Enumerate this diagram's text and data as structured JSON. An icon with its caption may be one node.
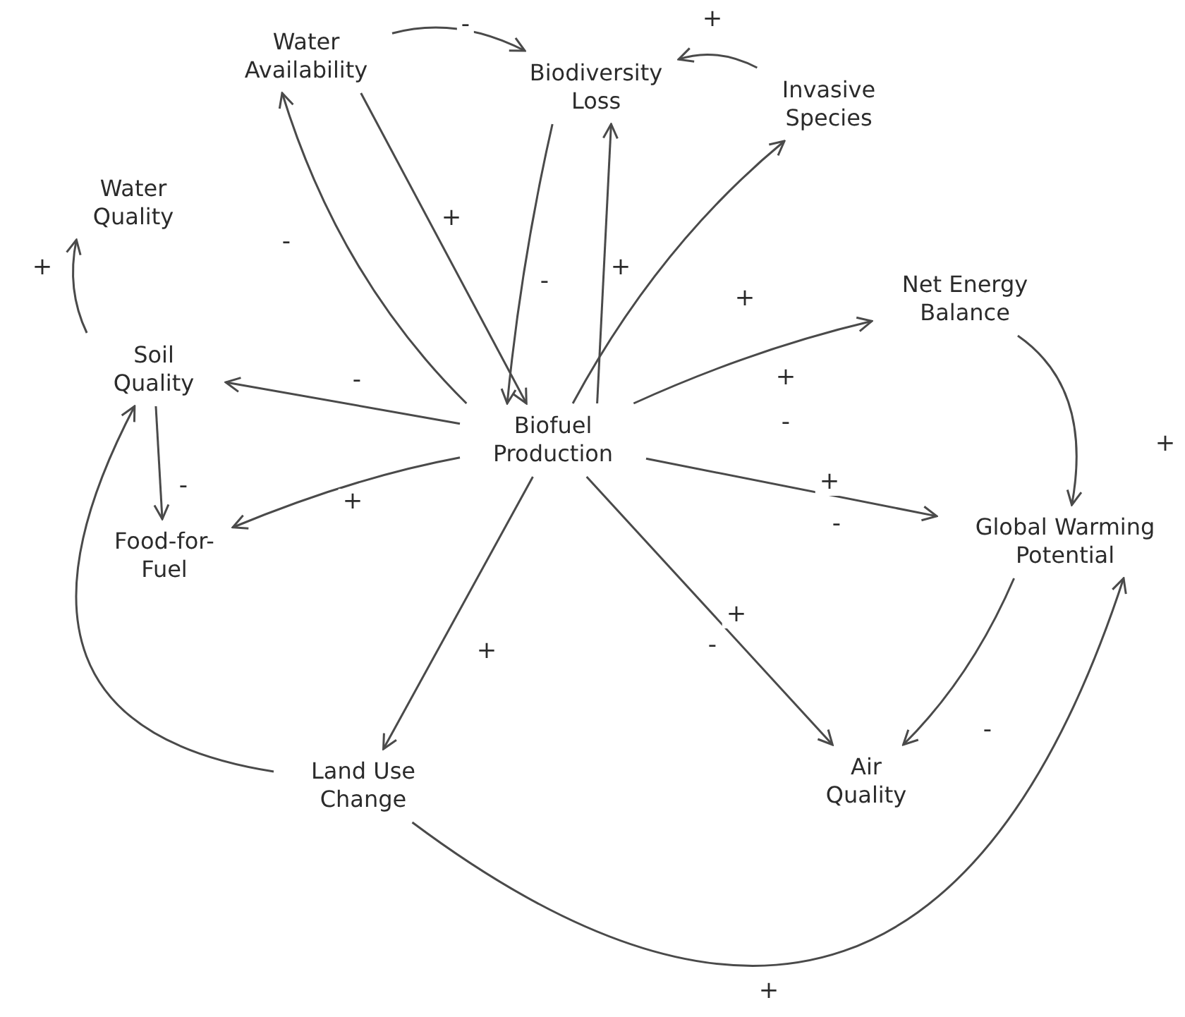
{
  "diagram": {
    "nodes": [
      {
        "text": [
          "Water Availability"
        ]
      },
      {
        "text": [
          "Biodiversity Loss"
        ]
      },
      {
        "text": [
          "Invasive Species"
        ]
      },
      {
        "text": [
          "Water Quality"
        ]
      },
      {
        "text": [
          "Net Energy Balance"
        ]
      },
      {
        "text": [
          "Soil Quality"
        ]
      },
      {
        "text": [
          "Biofuel Production"
        ]
      },
      {
        "text": [
          "Food-for-Fuel"
        ]
      },
      {
        "text": [
          "Global Warming Potential"
        ]
      },
      {
        "text": [
          "Land Use Change"
        ]
      },
      {
        "text": [
          "Air Quality"
        ]
      }
    ],
    "edges": [
      {
        "from": 0,
        "to": 1,
        "arrow": "to",
        "label": "-"
      },
      {
        "from": 2,
        "to": 1,
        "arrow": "to",
        "label": "+"
      },
      {
        "from": 6,
        "to": 0,
        "arrow": "to",
        "label": "-"
      },
      {
        "from": 0,
        "to": 6,
        "arrow": "to",
        "label": "+"
      },
      {
        "from": 1,
        "to": 6,
        "arrow": "to",
        "label": "-"
      },
      {
        "from": 6,
        "to": 1,
        "arrow": "to",
        "label": "+"
      },
      {
        "from": 6,
        "to": 2,
        "arrow": "to",
        "label": "+"
      },
      {
        "from": 6,
        "to": 5,
        "arrow": "to",
        "label": "-"
      },
      {
        "from": 5,
        "to": 3,
        "arrow": "to",
        "label": "+"
      },
      {
        "from": 5,
        "to": 7,
        "arrow": "to",
        "label": "-"
      },
      {
        "from": 6,
        "to": 7,
        "arrow": "to",
        "label": "+"
      },
      {
        "from": 6,
        "to": 4,
        "arrow": "to",
        "label": "+"
      },
      {
        "from": 6,
        "to": 8,
        "arrow": "to",
        "label": "+"
      },
      {
        "from": 6,
        "to": 10,
        "arrow": "to",
        "label": "+"
      },
      {
        "from": 6,
        "to": 9,
        "arrow": "to",
        "label": "+"
      },
      {
        "from": 4,
        "to": 8,
        "arrow": "to",
        "label": "+"
      },
      {
        "from": 8,
        "to": 10,
        "arrow": "to",
        "label": "-"
      },
      {
        "from": 9,
        "to": 5,
        "arrow": "to"
      },
      {
        "from": 9,
        "to": 8,
        "arrow": "to",
        "label": "+"
      }
    ],
    "labels": [
      "-",
      "-",
      "-"
    ]
  }
}
